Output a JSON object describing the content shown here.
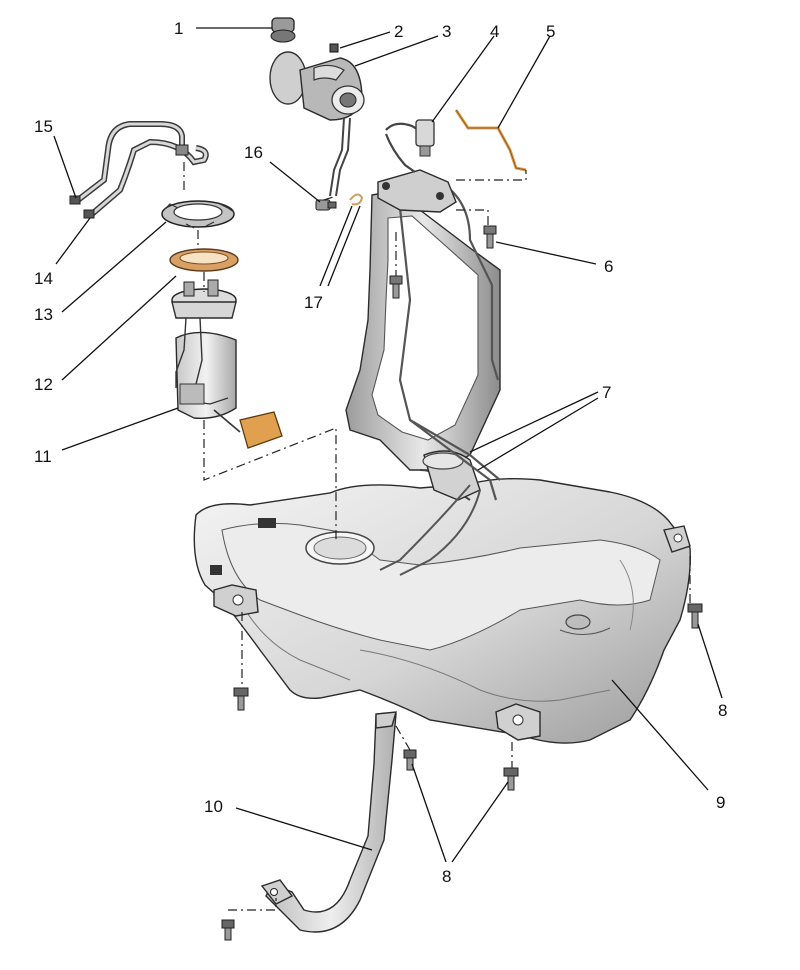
{
  "diagram": {
    "callouts": [
      {
        "id": "c1",
        "text": "1"
      },
      {
        "id": "c2",
        "text": "2"
      },
      {
        "id": "c3",
        "text": "3"
      },
      {
        "id": "c4",
        "text": "4"
      },
      {
        "id": "c5",
        "text": "5"
      },
      {
        "id": "c6",
        "text": "6"
      },
      {
        "id": "c7",
        "text": "7"
      },
      {
        "id": "c8a",
        "text": "8"
      },
      {
        "id": "c8b",
        "text": "8"
      },
      {
        "id": "c9",
        "text": "9"
      },
      {
        "id": "c10",
        "text": "10"
      },
      {
        "id": "c11",
        "text": "11"
      },
      {
        "id": "c12",
        "text": "12"
      },
      {
        "id": "c13",
        "text": "13"
      },
      {
        "id": "c14",
        "text": "14"
      },
      {
        "id": "c15",
        "text": "15"
      },
      {
        "id": "c16",
        "text": "16"
      },
      {
        "id": "c17",
        "text": "17"
      }
    ],
    "colors": {
      "line": "#111111",
      "metal_light": "#eeeeee",
      "metal_mid": "#c9c9c9",
      "metal_dark": "#8a8a8a",
      "gasket": "#d9a066",
      "seal_strip": "#e0a050"
    }
  }
}
